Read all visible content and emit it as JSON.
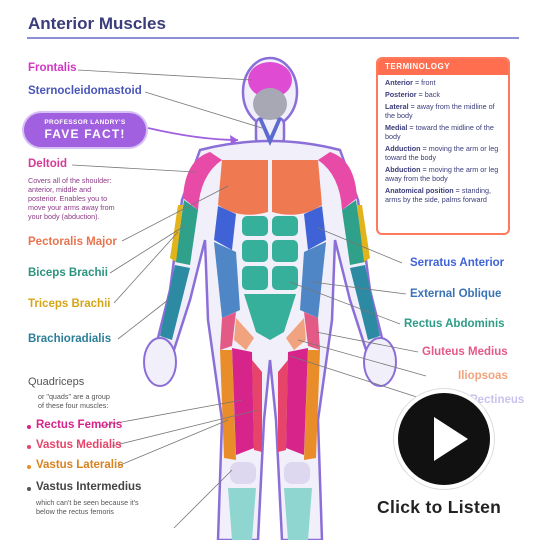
{
  "title": "Anterior Muscles",
  "left_labels": {
    "frontalis": "Frontalis",
    "sternocleidomastoid": "Sternocleidomastoid",
    "deltoid": "Deltoid",
    "deltoid_desc": [
      "Covers all of the shoulder:",
      "anterior, middle and",
      "posterior. Enables you to",
      "move your arms away from",
      "your body (abduction)."
    ],
    "pectoralis_major": "Pectoralis Major",
    "biceps_brachii": "Biceps Brachii",
    "triceps_brachii": "Triceps Brachii",
    "brachioradialis": "Brachioradialis",
    "quadriceps": "Quadriceps",
    "quadriceps_desc": [
      "or \"quads\" are a group",
      "of these four muscles:"
    ],
    "rectus_femoris": "Rectus Femoris",
    "vastus_medialis": "Vastus Medialis",
    "vastus_lateralis": "Vastus Lateralis",
    "vastus_intermedius": "Vastus Intermedius",
    "vastus_intermedius_desc": [
      "which can't be seen because it's",
      "below the rectus femoris"
    ]
  },
  "fave_fact": {
    "line1": "PROFESSOR LANDRY'S",
    "line2": "FAVE FACT!"
  },
  "terminology": {
    "heading": "TERMINOLOGY",
    "items": [
      {
        "term": "Anterior",
        "def": " = front"
      },
      {
        "term": "Posterior",
        "def": " = back"
      },
      {
        "term": "Lateral",
        "def": " = away from the midline of the body"
      },
      {
        "term": "Medial",
        "def": " = toward the midline of the body"
      },
      {
        "term": "Adduction",
        "def": " = moving the arm or leg toward the body"
      },
      {
        "term": "Abduction",
        "def": " = moving the arm or leg away from the body"
      },
      {
        "term": "Anatomical position",
        "def": " = standing, arms by the side, palms forward"
      }
    ]
  },
  "right_labels": {
    "serratus_anterior": "Serratus Anterior",
    "external_oblique": "External Oblique",
    "rectus_abdominis": "Rectus Abdominis",
    "gluteus_medius": "Gluteus Medius",
    "iliopsoas": "Iliopsoas",
    "pectineus": "Pectineus"
  },
  "audio": {
    "play_icon": "play-icon",
    "cta": "Click to Listen"
  },
  "colors": {
    "frontalis": "#e04bd3",
    "sternocleidomastoid": "#5b6bd0",
    "deltoid": "#e84aa8",
    "pectoralis": "#ef7a52",
    "biceps": "#2fa08a",
    "triceps": "#e2b31a",
    "brachioradialis": "#2c8aa3",
    "abs": "#36b09a",
    "serratus": "#3f63d6",
    "oblique": "#4f86c6",
    "gluteus": "#e45a86",
    "iliopsoas": "#f0a37e",
    "rectus_femoris": "#d6248a",
    "vastus_medialis": "#e6446a",
    "vastus_lateralis": "#e88d2a",
    "vastus_intermedius": "#555555",
    "accent_purple": "#a160e0",
    "terminology_orange": "#ff6f4f"
  }
}
